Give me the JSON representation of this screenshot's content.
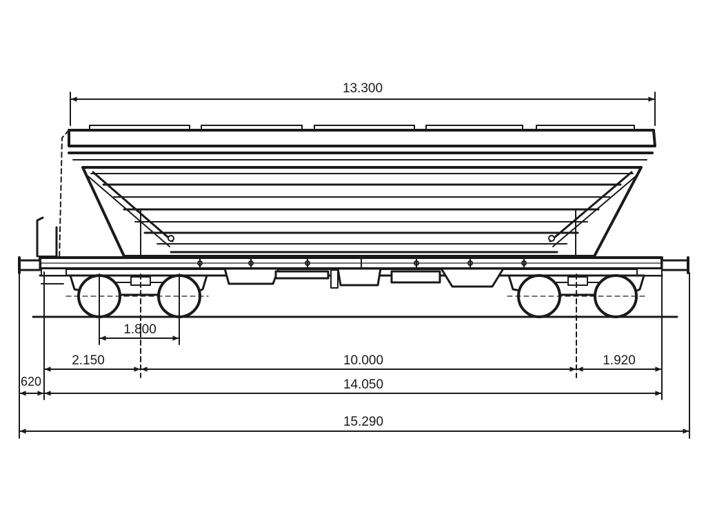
{
  "drawing": {
    "subject": "hopper wagon side elevation",
    "line_color": "#1a1a1a",
    "background": "#ffffff"
  },
  "dimensions": {
    "top_length": "13.300",
    "bogie_wheelbase": "1.800",
    "left_overhang": "2.150",
    "bogie_centres": "10.000",
    "right_overhang": "1.920",
    "buffer_offset": "620",
    "frame_length": "14.050",
    "overall_length": "15.290"
  }
}
